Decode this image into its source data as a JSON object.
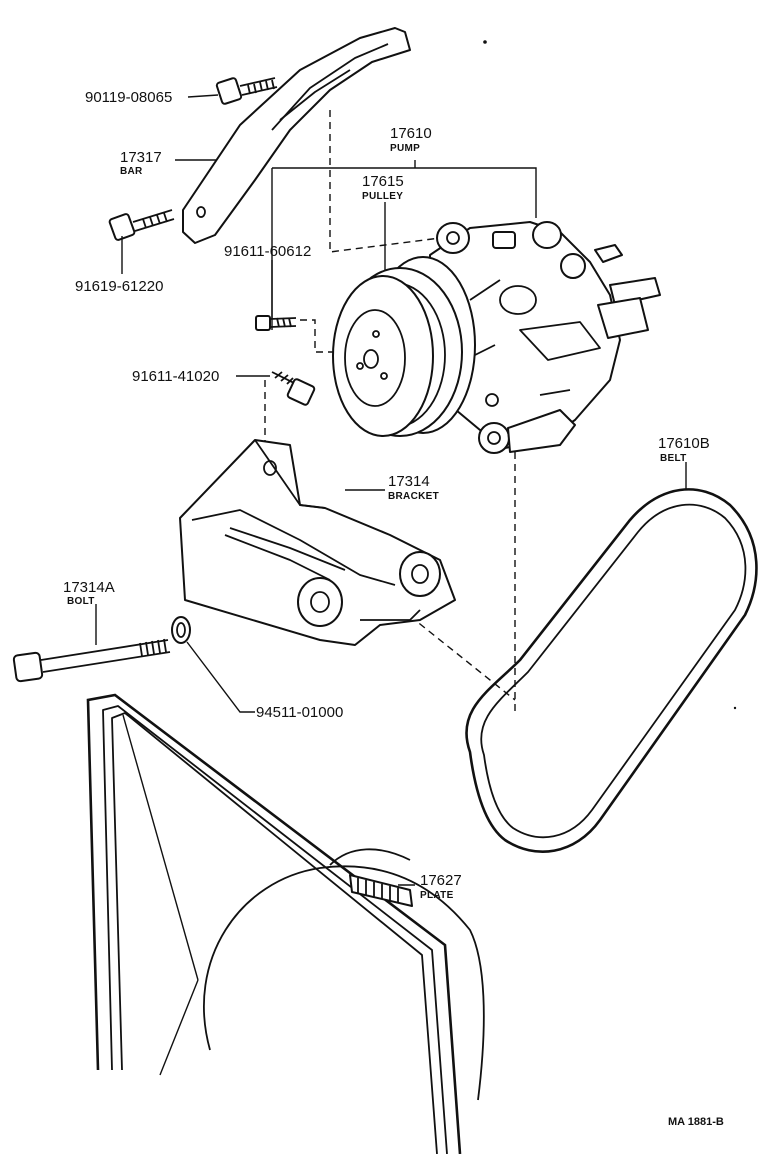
{
  "labels": {
    "p90119": "90119-08065",
    "p17317": "17317",
    "p17317_name": "BAR",
    "p91619": "91619-61220",
    "p17610": "17610",
    "p17610_name": "PUMP",
    "p17615": "17615",
    "p17615_name": "PULLEY",
    "p91611a": "91611-60612",
    "p91611b": "91611-41020",
    "p17314": "17314",
    "p17314_name": "BRACKET",
    "p17610B": "17610B",
    "p17610B_name": "BELT",
    "p17314A": "17314A",
    "p17314A_name": "BOLT",
    "p94511": "94511-01000",
    "p17627": "17627",
    "p17627_name": "PLATE",
    "ref": "MA 1881-B"
  }
}
